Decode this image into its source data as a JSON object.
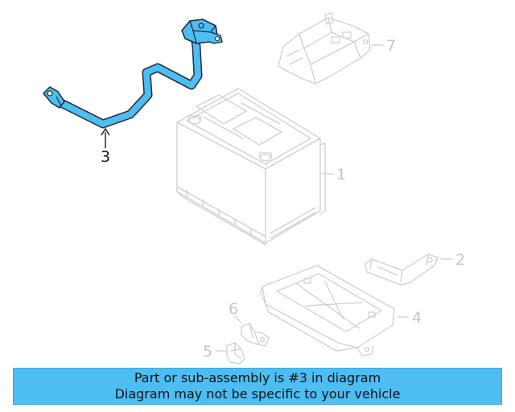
{
  "diagram": {
    "callouts": [
      {
        "id": "1",
        "label": "1",
        "active": false
      },
      {
        "id": "2",
        "label": "2",
        "active": false
      },
      {
        "id": "3",
        "label": "3",
        "active": true
      },
      {
        "id": "4",
        "label": "4",
        "active": false
      },
      {
        "id": "5",
        "label": "5",
        "active": false
      },
      {
        "id": "6",
        "label": "6",
        "active": false
      },
      {
        "id": "7",
        "label": "7",
        "active": false
      }
    ],
    "parts": [
      {
        "part": "battery",
        "callout": "1"
      },
      {
        "part": "battery-hold-down-clamp",
        "callout": "2"
      },
      {
        "part": "battery-cable",
        "callout": "3",
        "highlight_color": "#4dbdf2"
      },
      {
        "part": "battery-tray",
        "callout": "4"
      },
      {
        "part": "clip",
        "callout": "5"
      },
      {
        "part": "bracket-clip",
        "callout": "6"
      },
      {
        "part": "mounting-bracket",
        "callout": "7"
      }
    ]
  },
  "banner": {
    "line1": "Part or sub-assembly is #3 in diagram",
    "line2": "Diagram may not be specific to your vehicle",
    "background": "#4dbdf2"
  }
}
